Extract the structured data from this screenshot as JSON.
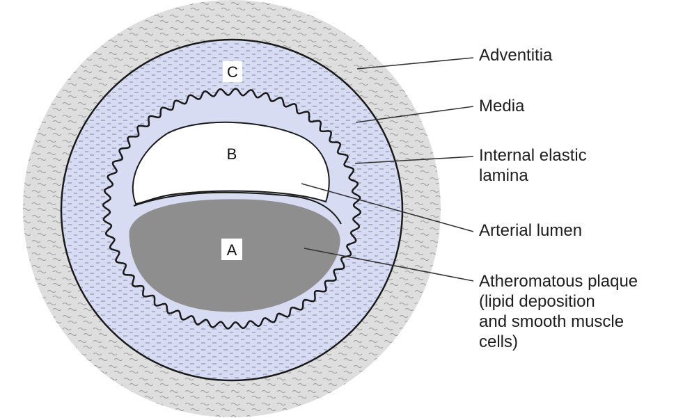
{
  "colors": {
    "adventitia": "#dedede",
    "media": "#d7dcf3",
    "lumen": "#ffffff",
    "plaque": "#8e8e8e",
    "outline": "#1a1a1a",
    "leader": "#333333"
  },
  "regions": {
    "A": "A",
    "B": "B",
    "C": "C"
  },
  "labels": {
    "adventitia": "Adventitia",
    "media": "Media",
    "internal_elastic_lamina": [
      "Internal elastic",
      "lamina"
    ],
    "arterial_lumen": "Arterial lumen",
    "atheromatous_plaque": [
      "Atheromatous plaque",
      "(lipid deposition",
      "and smooth muscle",
      "cells)"
    ]
  }
}
